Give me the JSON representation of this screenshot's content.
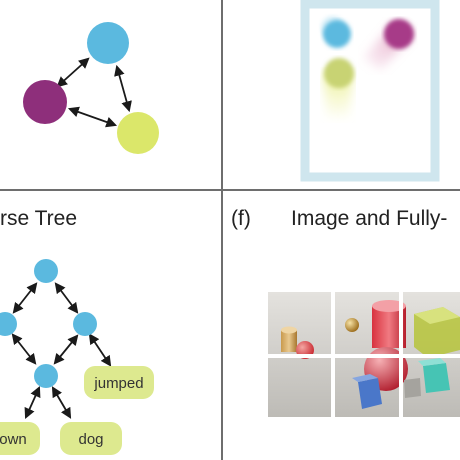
{
  "panels": {
    "parse_tree": {
      "title": "rse Tree",
      "words": [
        "jumped",
        "own",
        "dog"
      ]
    },
    "image_graph": {
      "label": "(f)",
      "title": "Image and Fully-"
    }
  },
  "colors": {
    "node_blue": "#5bb9df",
    "node_purple": "#8e2f7b",
    "node_yellow_green": "#dbe76a",
    "leaf_green": "#dde98f",
    "frame_blue": "#cfe6ee",
    "edge": "#1a1a1a",
    "divider": "#6e6e6e"
  }
}
